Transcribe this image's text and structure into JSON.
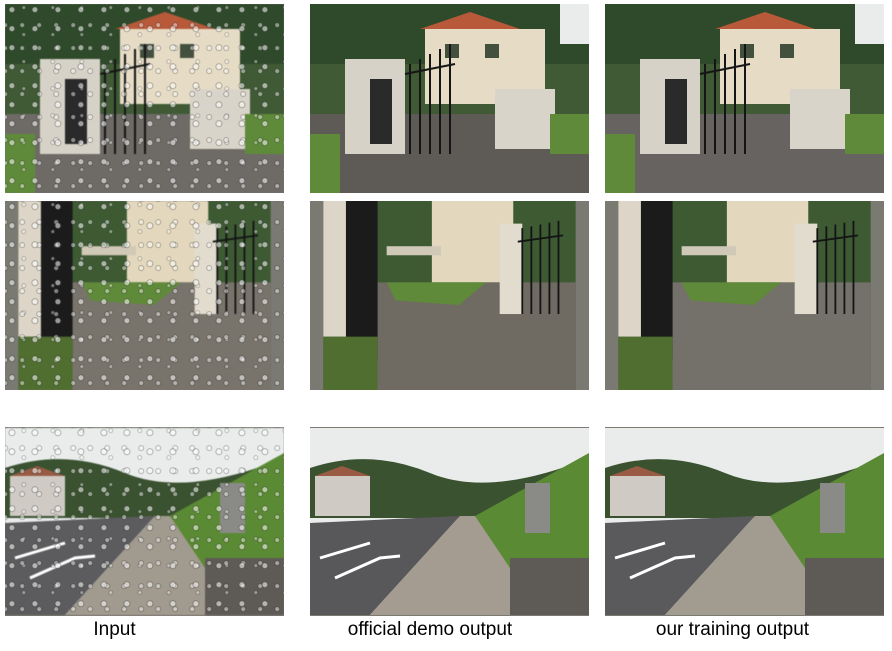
{
  "captions": {
    "input": "Input",
    "official": "official demo output",
    "ours": "our training output"
  },
  "rows": [
    {
      "scene": "house-with-gate"
    },
    {
      "scene": "driveway-with-gate"
    },
    {
      "scene": "street-with-sidewalk"
    }
  ],
  "columns": [
    "input",
    "official",
    "ours"
  ],
  "colors": {
    "foliage": "#3f5a35",
    "wall": "#e6dcc6",
    "roof": "#b85a3a",
    "road": "#6e6b66",
    "sky": "#e9eceb",
    "grass": "#5f8a3a"
  }
}
